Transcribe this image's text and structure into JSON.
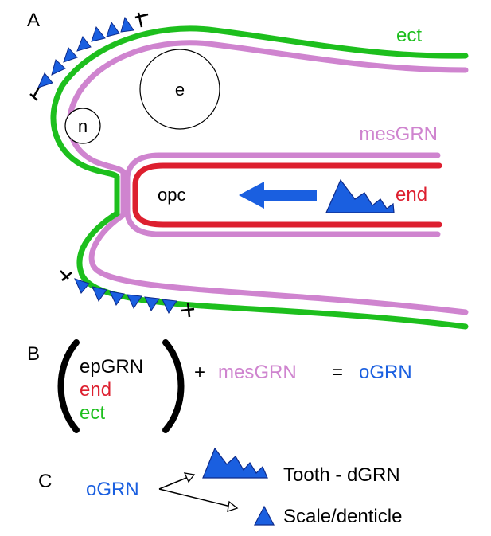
{
  "panel_a": {
    "panel_label": "A",
    "labels": {
      "ect": "ect",
      "e": "e",
      "n": "n",
      "mesgrn": "mesGRN",
      "opc": "opc",
      "end": "end"
    }
  },
  "panel_b": {
    "panel_label": "B",
    "bracket_items": [
      "epGRN",
      "end",
      "ect"
    ],
    "plus": "+",
    "mesgrn": "mesGRN",
    "equals": "=",
    "result": "oGRN"
  },
  "panel_c": {
    "panel_label": "C",
    "source": "oGRN",
    "tooth_label": "Tooth - dGRN",
    "scale_label": "Scale/denticle"
  },
  "colors": {
    "ectoderm": "#1dbf1d",
    "mesenchyme": "#cf84cf",
    "endoderm": "#dd1f2f",
    "blue": "#1a5fe0",
    "tooth_fill": "#1a5fe0",
    "black": "#000000"
  }
}
